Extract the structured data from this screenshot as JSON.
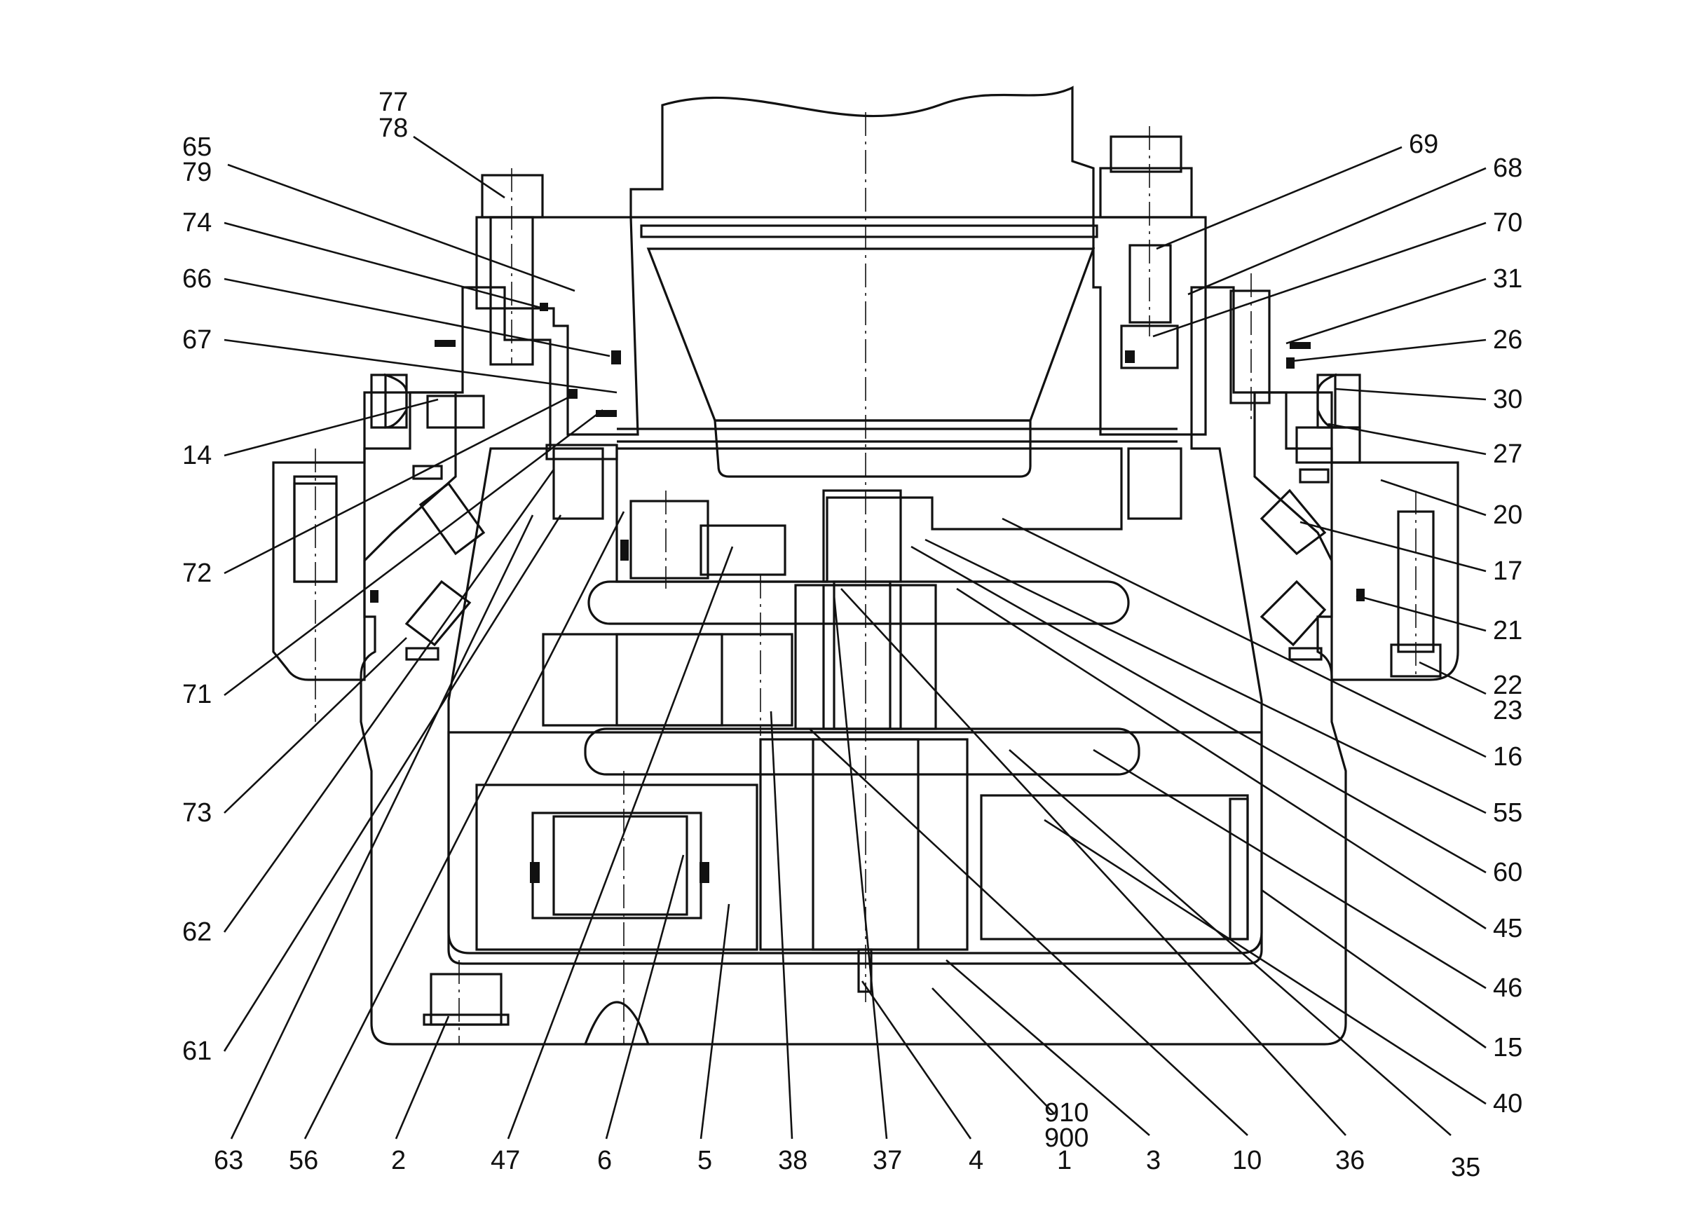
{
  "colors": {
    "ink": "#111111",
    "paper": "#ffffff"
  },
  "labels": {
    "l77": "77",
    "l78": "78",
    "l65": "65",
    "l79": "79",
    "l74": "74",
    "l66": "66",
    "l67": "67",
    "l14": "14",
    "l72": "72",
    "l71": "71",
    "l73": "73",
    "l62": "62",
    "l61": "61",
    "l69": "69",
    "l68": "68",
    "l70": "70",
    "l31": "31",
    "l26": "26",
    "l30": "30",
    "l27": "27",
    "l20": "20",
    "l17": "17",
    "l21": "21",
    "l22": "22",
    "l23": "23",
    "l16": "16",
    "l55": "55",
    "l60": "60",
    "l45": "45",
    "l46": "46",
    "l15": "15",
    "l40": "40",
    "l35": "35",
    "l63": "63",
    "l56": "56",
    "l2": "2",
    "l47": "47",
    "l6": "6",
    "l5": "5",
    "l38": "38",
    "l37": "37",
    "l4": "4",
    "l910": "910",
    "l900": "900",
    "l1": "1",
    "l3": "3",
    "l10": "10",
    "l36": "36"
  }
}
